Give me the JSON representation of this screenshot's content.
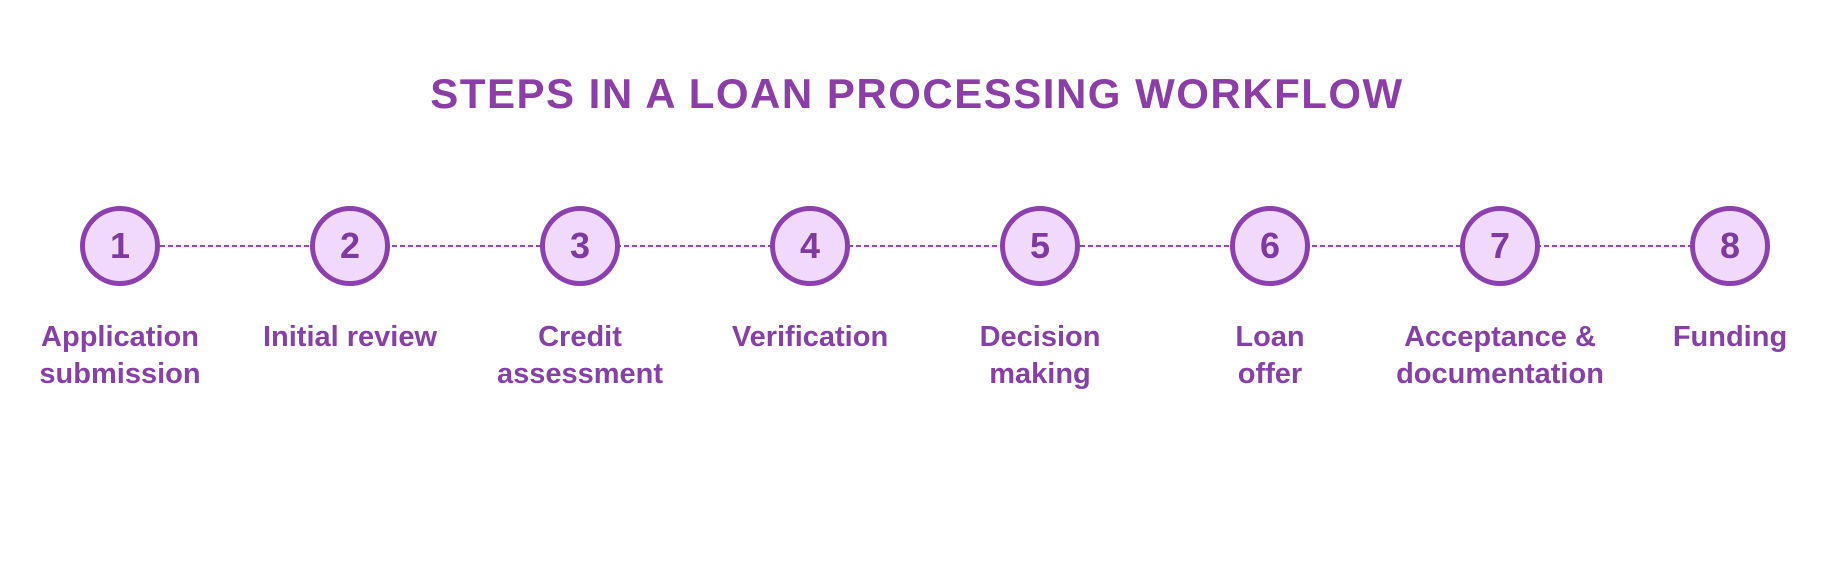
{
  "title": "STEPS IN A LOAN PROCESSING WORKFLOW",
  "colors": {
    "title": "#8b3fa6",
    "circle_fill": "#f0d9fb",
    "circle_border": "#8c40ae",
    "step_number": "#7d3aa0",
    "label": "#8641a6",
    "connector": "#8f4bb0",
    "background": "#ffffff"
  },
  "steps": [
    {
      "number": "1",
      "label_lines": [
        "Application",
        "submission"
      ]
    },
    {
      "number": "2",
      "label_lines": [
        "Initial review"
      ]
    },
    {
      "number": "3",
      "label_lines": [
        "Credit",
        "assessment"
      ]
    },
    {
      "number": "4",
      "label_lines": [
        "Verification"
      ]
    },
    {
      "number": "5",
      "label_lines": [
        "Decision",
        "making"
      ]
    },
    {
      "number": "6",
      "label_lines": [
        "Loan",
        "offer"
      ]
    },
    {
      "number": "7",
      "label_lines": [
        "Acceptance &",
        "documentation"
      ]
    },
    {
      "number": "8",
      "label_lines": [
        "Funding"
      ]
    }
  ]
}
